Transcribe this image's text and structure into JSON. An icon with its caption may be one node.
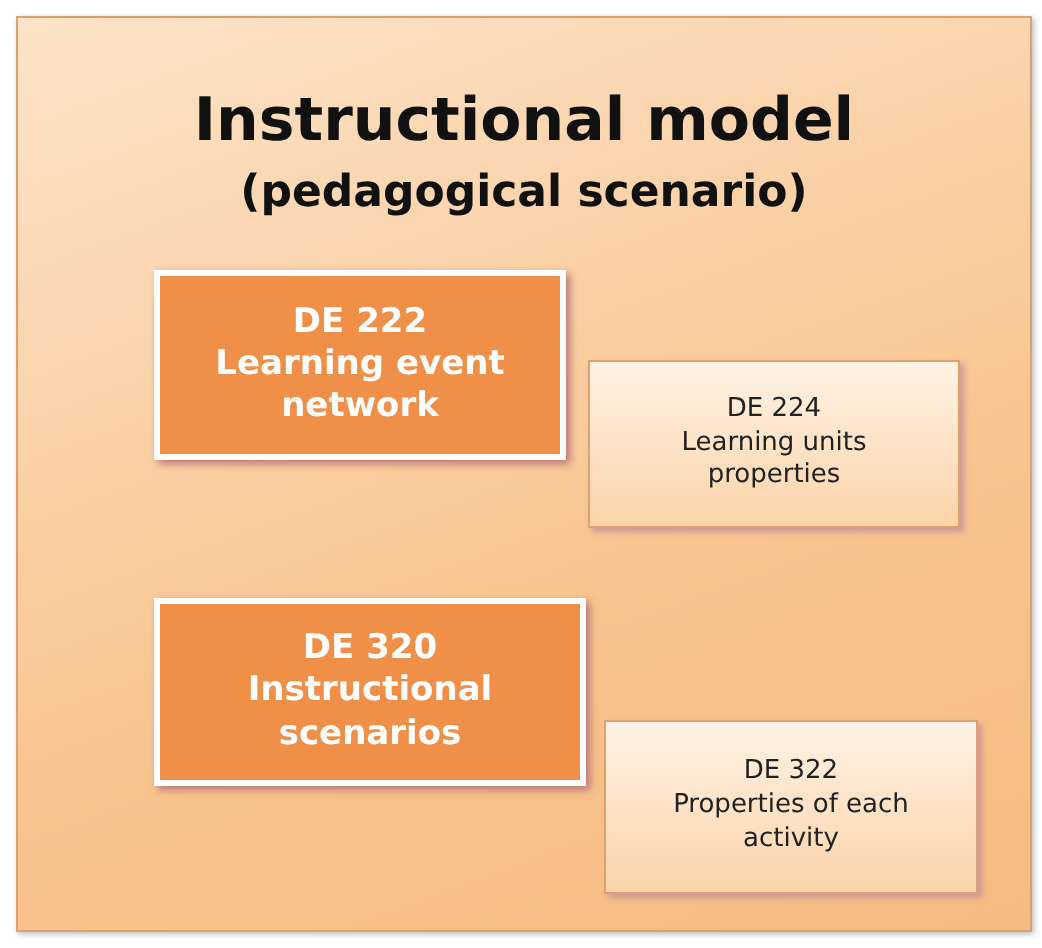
{
  "diagram": {
    "nodes": [
      {
        "text": [
          "Instructional model",
          "(pedagogical scenario)"
        ]
      },
      {
        "text": [
          "DE 222",
          "Learning event network"
        ],
        "in": 0
      },
      {
        "text": [
          "DE 224",
          "Learning units properties"
        ],
        "in": 0
      },
      {
        "text": [
          "DE 320",
          "Instructional scenarios"
        ],
        "in": 0
      },
      {
        "text": [
          "DE 322",
          "Properties of each activity"
        ],
        "in": 0
      }
    ]
  }
}
